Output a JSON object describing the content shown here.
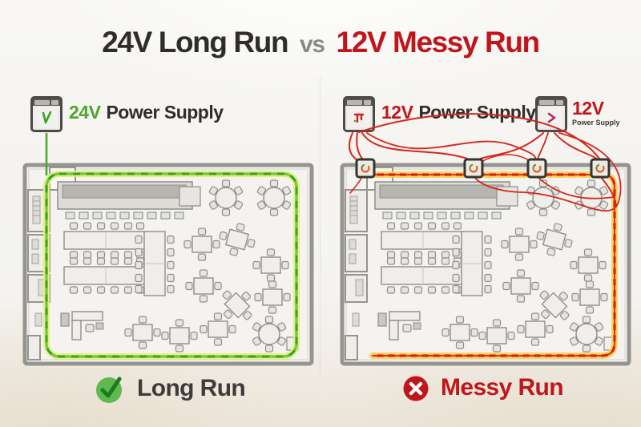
{
  "title": {
    "left": "24V Long Run",
    "vs": "vs",
    "right": "12V Messy Run"
  },
  "left_panel": {
    "psu": {
      "voltage": "24V",
      "label": "Power Supply"
    },
    "verdict": {
      "label": "Long Run",
      "icon": "check"
    },
    "strip_style": "single continuous perimeter run"
  },
  "right_panel": {
    "psu_main": {
      "voltage": "12V",
      "label": "Power Supply"
    },
    "psu_secondary": {
      "voltage": "12V",
      "label": "Power Supply"
    },
    "verdict": {
      "label": "Messy Run",
      "icon": "cross"
    },
    "junction_box_count": 4,
    "strip_style": "segmented run with multiple injection feeds"
  },
  "colors": {
    "title_dark": "#2e2d2b",
    "title_gray": "#8a8986",
    "brand_red": "#bf161c",
    "green_text": "#4ea52c",
    "strip_green": "#38a11e",
    "strip_green_glow": "#e0ee7c",
    "strip_red": "#d8230f",
    "strip_amber_glow": "#f6d45e",
    "wire_red": "#d7241a",
    "wire_green": "#4ca82b",
    "check_green": "#5eb951",
    "wall_gray": "#96948e"
  }
}
